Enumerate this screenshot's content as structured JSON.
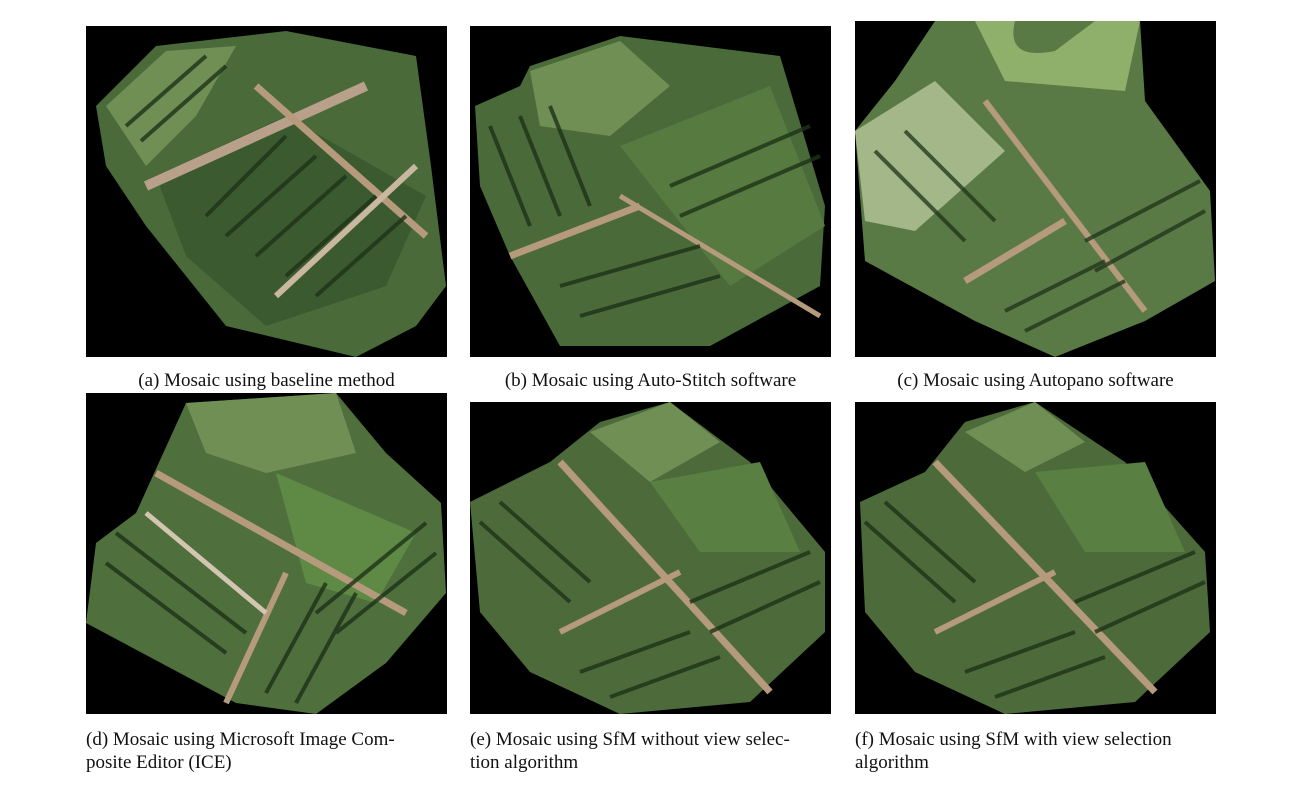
{
  "figure": {
    "panels": [
      {
        "id": "a",
        "caption": "(a) Mosaic using baseline method"
      },
      {
        "id": "b",
        "caption": "(b) Mosaic using Auto-Stitch software"
      },
      {
        "id": "c",
        "caption": "(c) Mosaic using Autopano software"
      },
      {
        "id": "d",
        "caption": "(d) Mosaic using Microsoft Image Com-posite Editor (ICE)"
      },
      {
        "id": "e",
        "caption": "(e) Mosaic using SfM without view selec-tion algorithm"
      },
      {
        "id": "f",
        "caption": "(f) Mosaic using SfM with view selection algorithm"
      }
    ],
    "caption_lines": {
      "d": [
        "(d) Mosaic using Microsoft Image Com-",
        "posite Editor (ICE)"
      ],
      "e": [
        "(e) Mosaic using SfM without view selec-",
        "tion algorithm"
      ],
      "f": [
        "(f) Mosaic using SfM with view selection",
        "algorithm"
      ]
    },
    "colors": {
      "background": "#000000",
      "field_dark": "#2f4a27",
      "field_mid": "#4d6b3a",
      "field_light": "#7f9a5e",
      "road": "#b59a7c",
      "tree_row": "#1d3318"
    }
  }
}
